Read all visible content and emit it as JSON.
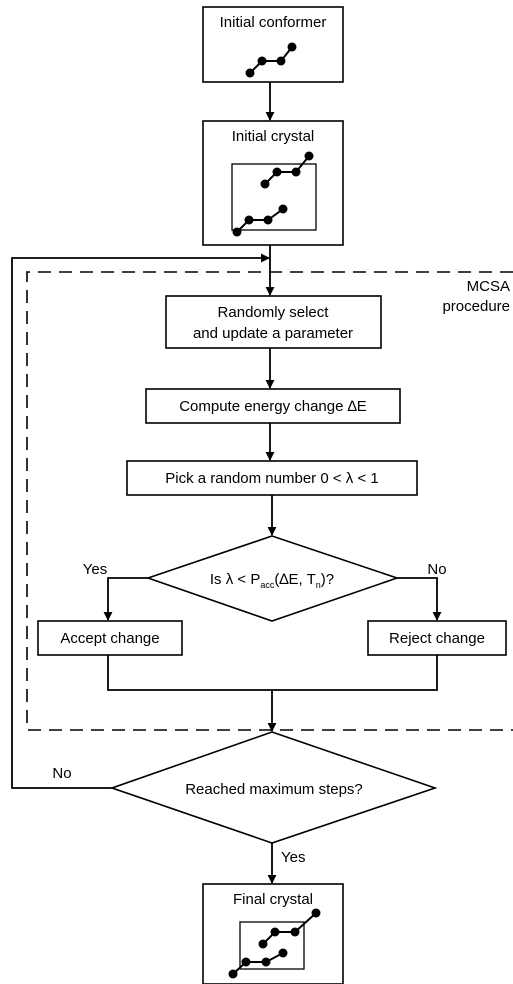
{
  "nodes": {
    "initial_conformer": "Initial conformer",
    "initial_crystal": "Initial crystal",
    "select_line1": "Randomly select",
    "select_line2": "and update a parameter",
    "compute": "Compute energy change ∆E",
    "pick": "Pick a random number 0 < λ < 1",
    "decision": {
      "prefix": "Is λ < P",
      "sub1": "acc",
      "middle": "(∆E, T",
      "sub2": "n",
      "suffix": ")?"
    },
    "accept": "Accept change",
    "reject": "Reject change",
    "max_steps": "Reached maximum steps?",
    "final_crystal": "Final crystal"
  },
  "region": {
    "line1": "MCSA",
    "line2": "procedure"
  },
  "edge_labels": {
    "yes_left": "Yes",
    "no_right": "No",
    "no_loop": "No",
    "yes_down": "Yes"
  }
}
